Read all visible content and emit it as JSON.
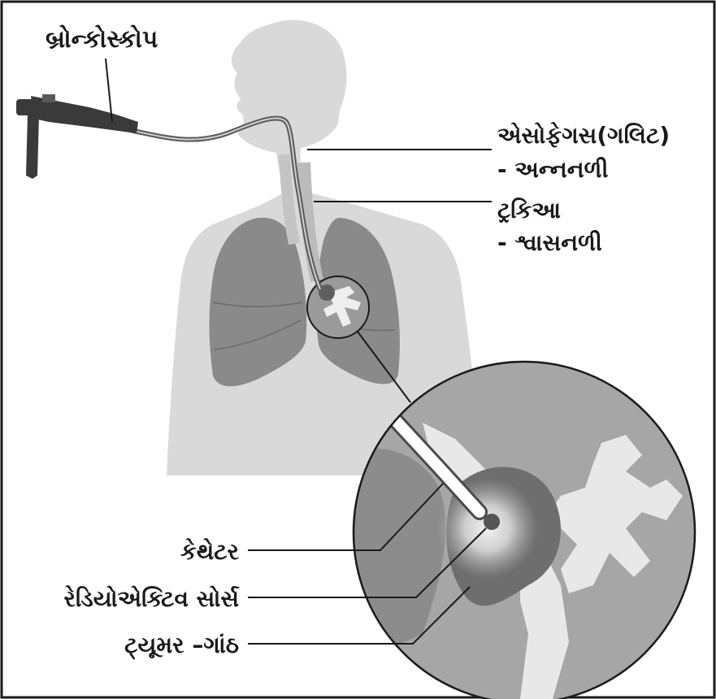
{
  "labels": {
    "bronchoscope": "બ્રોન્કોસ્કોપ",
    "esophagus_line1": "એસોફેગસ(ગલિટ)",
    "esophagus_line2": "- અન્નનળી",
    "trachea_line1": "ટ્રકિઆ",
    "trachea_line2": "- શ્વાસનળી",
    "catheter": "કેથેટર",
    "radioactive_source": "રેડિયોએક્ટિવ સોર્સ",
    "tumor": "ટ્યૂમર –ગાંઠ"
  },
  "colors": {
    "body": "#d9d9d9",
    "lung": "#8a8a8a",
    "bronchi": "#eeeeee",
    "magnifier_bg": "#a6a6a6",
    "tumor": "#6e6e6e",
    "line": "#1a1a1a"
  }
}
